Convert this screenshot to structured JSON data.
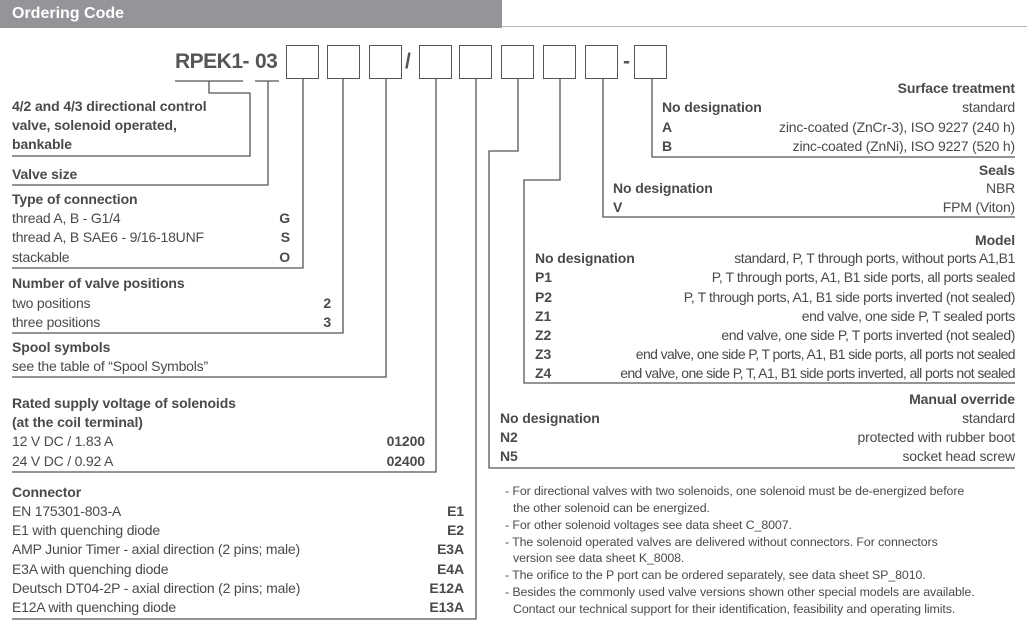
{
  "header": {
    "title": "Ordering Code"
  },
  "code": {
    "prefix_a": "RPEK1-",
    "prefix_b": "03",
    "slash": "/",
    "dash": "-"
  },
  "left": {
    "description": [
      "4/2 and 4/3 directional control",
      "valve, solenoid operated,",
      "bankable"
    ],
    "valve_size": "Valve size",
    "connection": {
      "title": "Type of connection",
      "rows": [
        {
          "label": "thread A, B - G1/4",
          "code": "G"
        },
        {
          "label": "thread A, B SAE6 - 9/16-18UNF",
          "code": "S"
        },
        {
          "label": "stackable",
          "code": "O"
        }
      ]
    },
    "positions": {
      "title": "Number of valve positions",
      "rows": [
        {
          "label": "two positions",
          "code": "2"
        },
        {
          "label": "three positions",
          "code": "3"
        }
      ]
    },
    "spool": {
      "title": "Spool symbols",
      "text": "see the table of “Spool Symbols”"
    },
    "voltage": {
      "title": [
        "Rated supply voltage of solenoids",
        "(at the coil terminal)"
      ],
      "rows": [
        {
          "label": "12 V DC / 1.83 A",
          "code": "01200"
        },
        {
          "label": "24 V DC / 0.92 A",
          "code": "02400"
        }
      ]
    },
    "connector": {
      "title": "Connector",
      "rows": [
        {
          "label": "EN 175301-803-A",
          "code": "E1"
        },
        {
          "label": "E1 with quenching diode",
          "code": "E2"
        },
        {
          "label": "AMP Junior Timer - axial direction (2 pins; male)",
          "code": "E3A"
        },
        {
          "label": "E3A with quenching diode",
          "code": "E4A"
        },
        {
          "label": "Deutsch DT04-2P - axial direction (2 pins; male)",
          "code": "E12A"
        },
        {
          "label": "E12A with quenching diode",
          "code": "E13A"
        }
      ]
    }
  },
  "right": {
    "surface": {
      "title": "Surface treatment",
      "rows": [
        {
          "code": "No designation",
          "label": "standard"
        },
        {
          "code": "A",
          "label": "zinc-coated (ZnCr-3), ISO 9227 (240 h)"
        },
        {
          "code": "B",
          "label": "zinc-coated (ZnNi), ISO 9227 (520 h)"
        }
      ]
    },
    "seals": {
      "title": "Seals",
      "rows": [
        {
          "code": "No designation",
          "label": "NBR"
        },
        {
          "code": "V",
          "label": "FPM (Viton)"
        }
      ]
    },
    "model": {
      "title": "Model",
      "rows": [
        {
          "code": "No designation",
          "label": "standard, P, T through ports, without ports A1,B1"
        },
        {
          "code": "P1",
          "label": "P, T through ports, A1, B1 side ports, all ports sealed"
        },
        {
          "code": "P2",
          "label": "P, T through ports, A1, B1 side ports inverted (not sealed)"
        },
        {
          "code": "Z1",
          "label": "end valve, one side P, T sealed ports"
        },
        {
          "code": "Z2",
          "label": "end valve, one side P, T ports inverted (not sealed)"
        },
        {
          "code": "Z3",
          "label": "end valve, one side P, T ports, A1, B1 side ports, all ports not sealed"
        },
        {
          "code": "Z4",
          "label": "end valve, one side P, T, A1, B1 side ports inverted, all ports not sealed"
        }
      ]
    },
    "override": {
      "title": "Manual override",
      "rows": [
        {
          "code": "No designation",
          "label": "standard"
        },
        {
          "code": "N2",
          "label": "protected with rubber boot"
        },
        {
          "code": "N5",
          "label": "socket head screw"
        }
      ]
    }
  },
  "notes": [
    "- For directional valves with two solenoids, one solenoid must be de-energized before",
    "  the other solenoid can be energized.",
    "- For other solenoid voltages see data sheet C_8007.",
    "- The solenoid operated valves are delivered without connectors. For connectors",
    "  version see data sheet K_8008.",
    "- The orifice to the P port can be ordered separately, see data sheet SP_8010.",
    "- Besides the commonly used valve versions shown other special models are available.",
    "  Contact our technical support for their identification, feasibility and operating limits."
  ]
}
